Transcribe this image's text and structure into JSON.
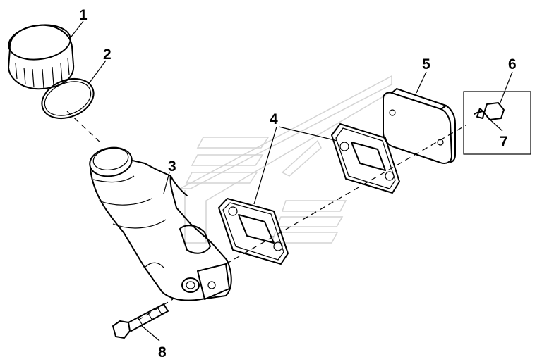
{
  "callouts": {
    "c1": "1",
    "c2": "2",
    "c3": "3",
    "c4": "4",
    "c5": "5",
    "c6": "6",
    "c7": "7",
    "c8": "8"
  },
  "colors": {
    "line": "#000000",
    "watermark": "#d4d4d4",
    "background": "#ffffff"
  }
}
